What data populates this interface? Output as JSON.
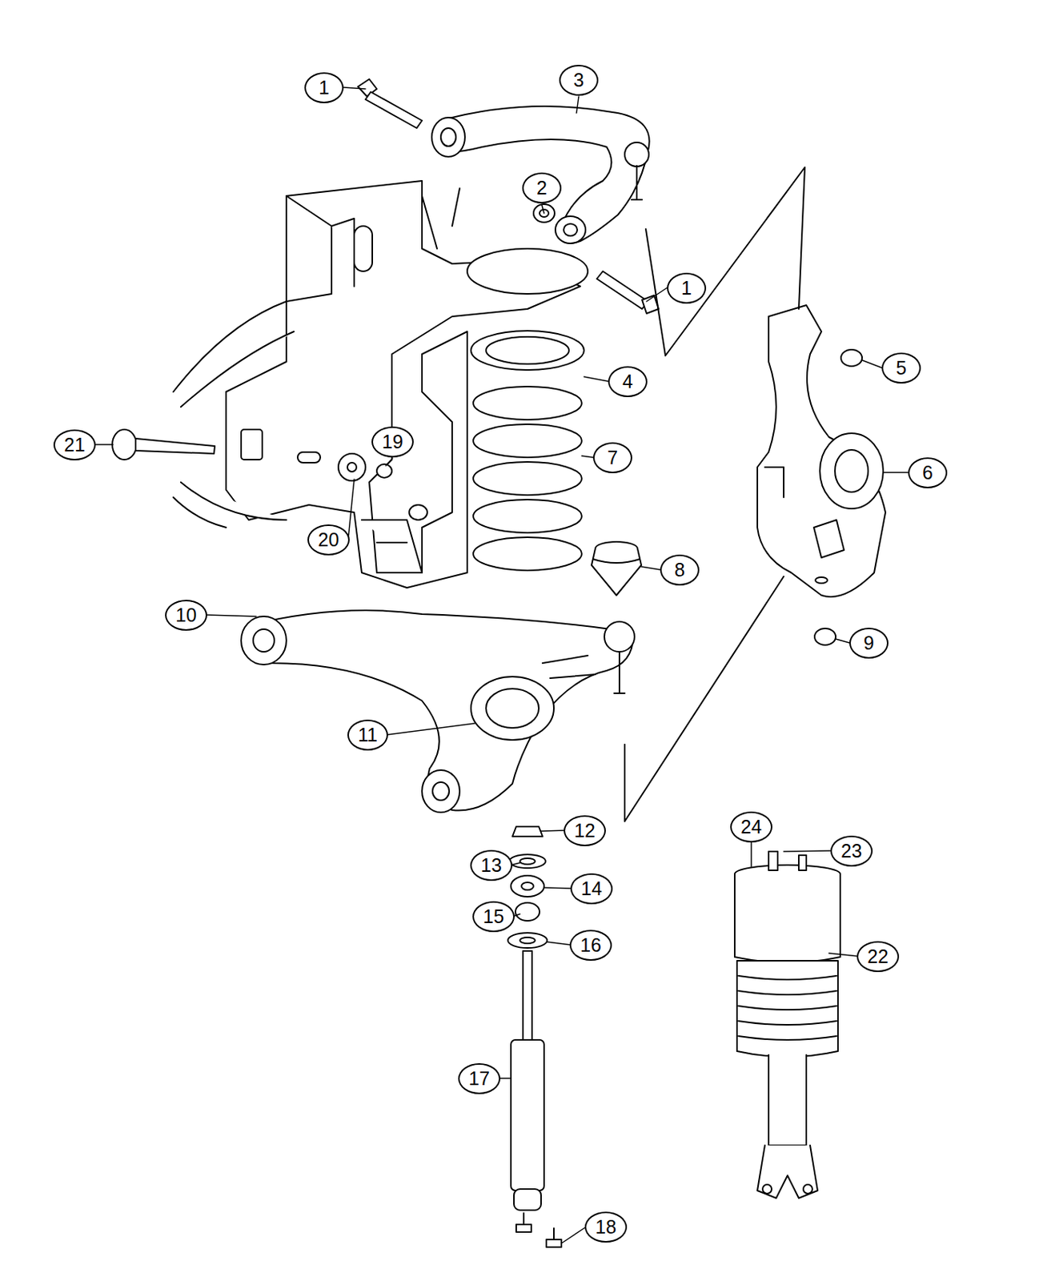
{
  "diagram": {
    "labels": [
      "1",
      "3",
      "2",
      "1",
      "5",
      "4",
      "21",
      "19",
      "6",
      "7",
      "20",
      "8",
      "10",
      "9",
      "11",
      "12",
      "24",
      "23",
      "13",
      "14",
      "15",
      "16",
      "22",
      "17",
      "18"
    ]
  }
}
